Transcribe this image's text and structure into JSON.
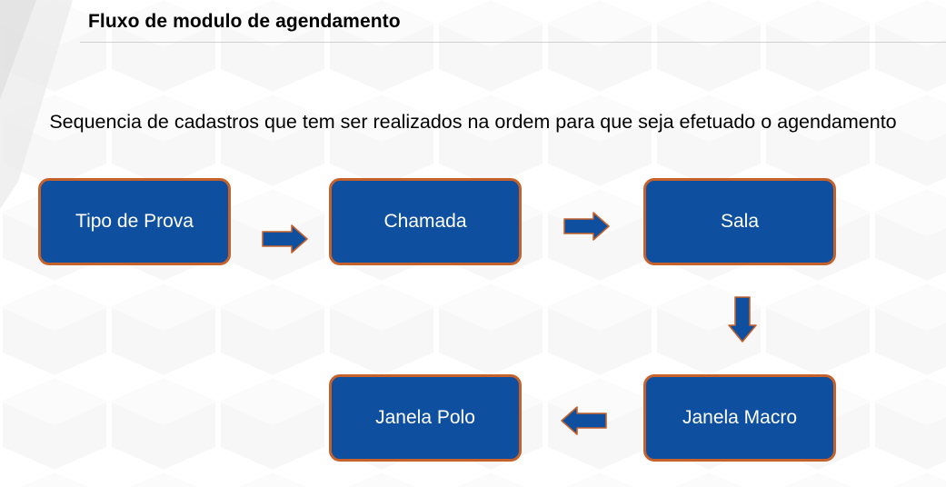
{
  "header": {
    "title": "Fluxo de modulo de agendamento"
  },
  "description": "Sequencia de cadastros que tem ser realizados na ordem para que seja efetuado o agendamento",
  "flow": {
    "steps": [
      {
        "label": "Tipo de Prova"
      },
      {
        "label": "Chamada"
      },
      {
        "label": "Sala"
      },
      {
        "label": "Janela Macro"
      },
      {
        "label": "Janela Polo"
      }
    ],
    "connectors": [
      {
        "from": "Tipo de Prova",
        "to": "Chamada",
        "direction": "right"
      },
      {
        "from": "Chamada",
        "to": "Sala",
        "direction": "right"
      },
      {
        "from": "Sala",
        "to": "Janela Macro",
        "direction": "down"
      },
      {
        "from": "Janela Macro",
        "to": "Janela Polo",
        "direction": "left"
      }
    ]
  },
  "colors": {
    "box_fill": "#0e4fa0",
    "box_border": "#c5622b",
    "arrow_fill": "#0e4fa0",
    "arrow_stroke": "#c5622b",
    "title_rule": "#d0d0d0"
  },
  "icons": {
    "arrow_right": "arrow-right-icon",
    "arrow_down": "arrow-down-icon",
    "arrow_left": "arrow-left-icon"
  }
}
